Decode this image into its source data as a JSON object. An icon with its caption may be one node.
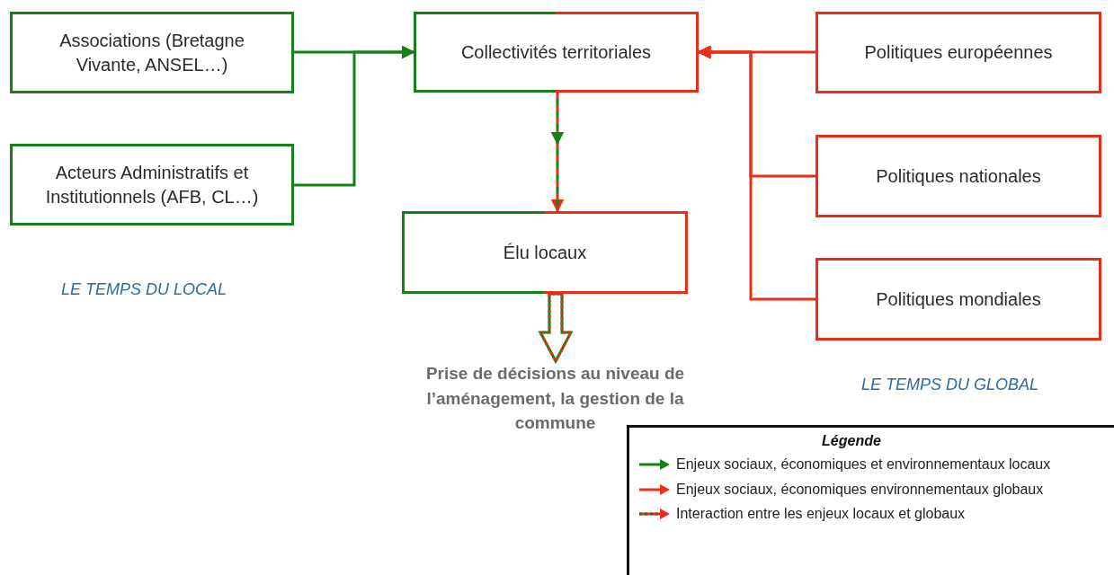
{
  "diagram": {
    "nodes": [
      {
        "text": [
          "Associations (Bretagne Vivante, ANSEL…)"
        ]
      },
      {
        "text": [
          "Acteurs Administratifs et Institutionnels (AFB, CL…)"
        ]
      },
      {
        "text": [
          "Collectivités territoriales"
        ]
      },
      {
        "text": [
          "Politiques européennes"
        ]
      },
      {
        "text": [
          "Politiques nationales"
        ]
      },
      {
        "text": [
          "Politiques mondiales"
        ]
      },
      {
        "text": [
          "Élu locaux"
        ]
      },
      {
        "text": [
          "Prise de décisions au niveau de l’aménagement, la gestion de la commune"
        ]
      }
    ],
    "edges": [
      {
        "from": 0,
        "to": 2,
        "arrow": "to",
        "color": "#16801a"
      },
      {
        "from": 1,
        "to": 2,
        "arrow": "to",
        "color": "#16801a"
      },
      {
        "from": 3,
        "to": 2,
        "arrow": "to",
        "color": "#ec2d17"
      },
      {
        "from": 4,
        "to": 2,
        "arrow": "to",
        "color": "#ec2d17"
      },
      {
        "from": 5,
        "to": 2,
        "arrow": "to",
        "color": "#ec2d17"
      },
      {
        "from": 2,
        "to": 6,
        "arrow": "to",
        "style": "dashed",
        "color": "#ec2d17"
      },
      {
        "from": 6,
        "to": 7,
        "arrow": "to",
        "style": "thick",
        "color": "#ec2d17"
      }
    ],
    "labels": [
      "LE TEMPS DU LOCAL",
      "LE TEMPS DU GLOBAL",
      "Légende"
    ],
    "legend": [
      {
        "text": "Enjeux sociaux, économiques et environnementaux locaux"
      },
      {
        "text": "Enjeux sociaux, économiques environnementaux globaux"
      },
      {
        "text": "Interaction entre les enjeux locaux et globaux"
      }
    ]
  }
}
